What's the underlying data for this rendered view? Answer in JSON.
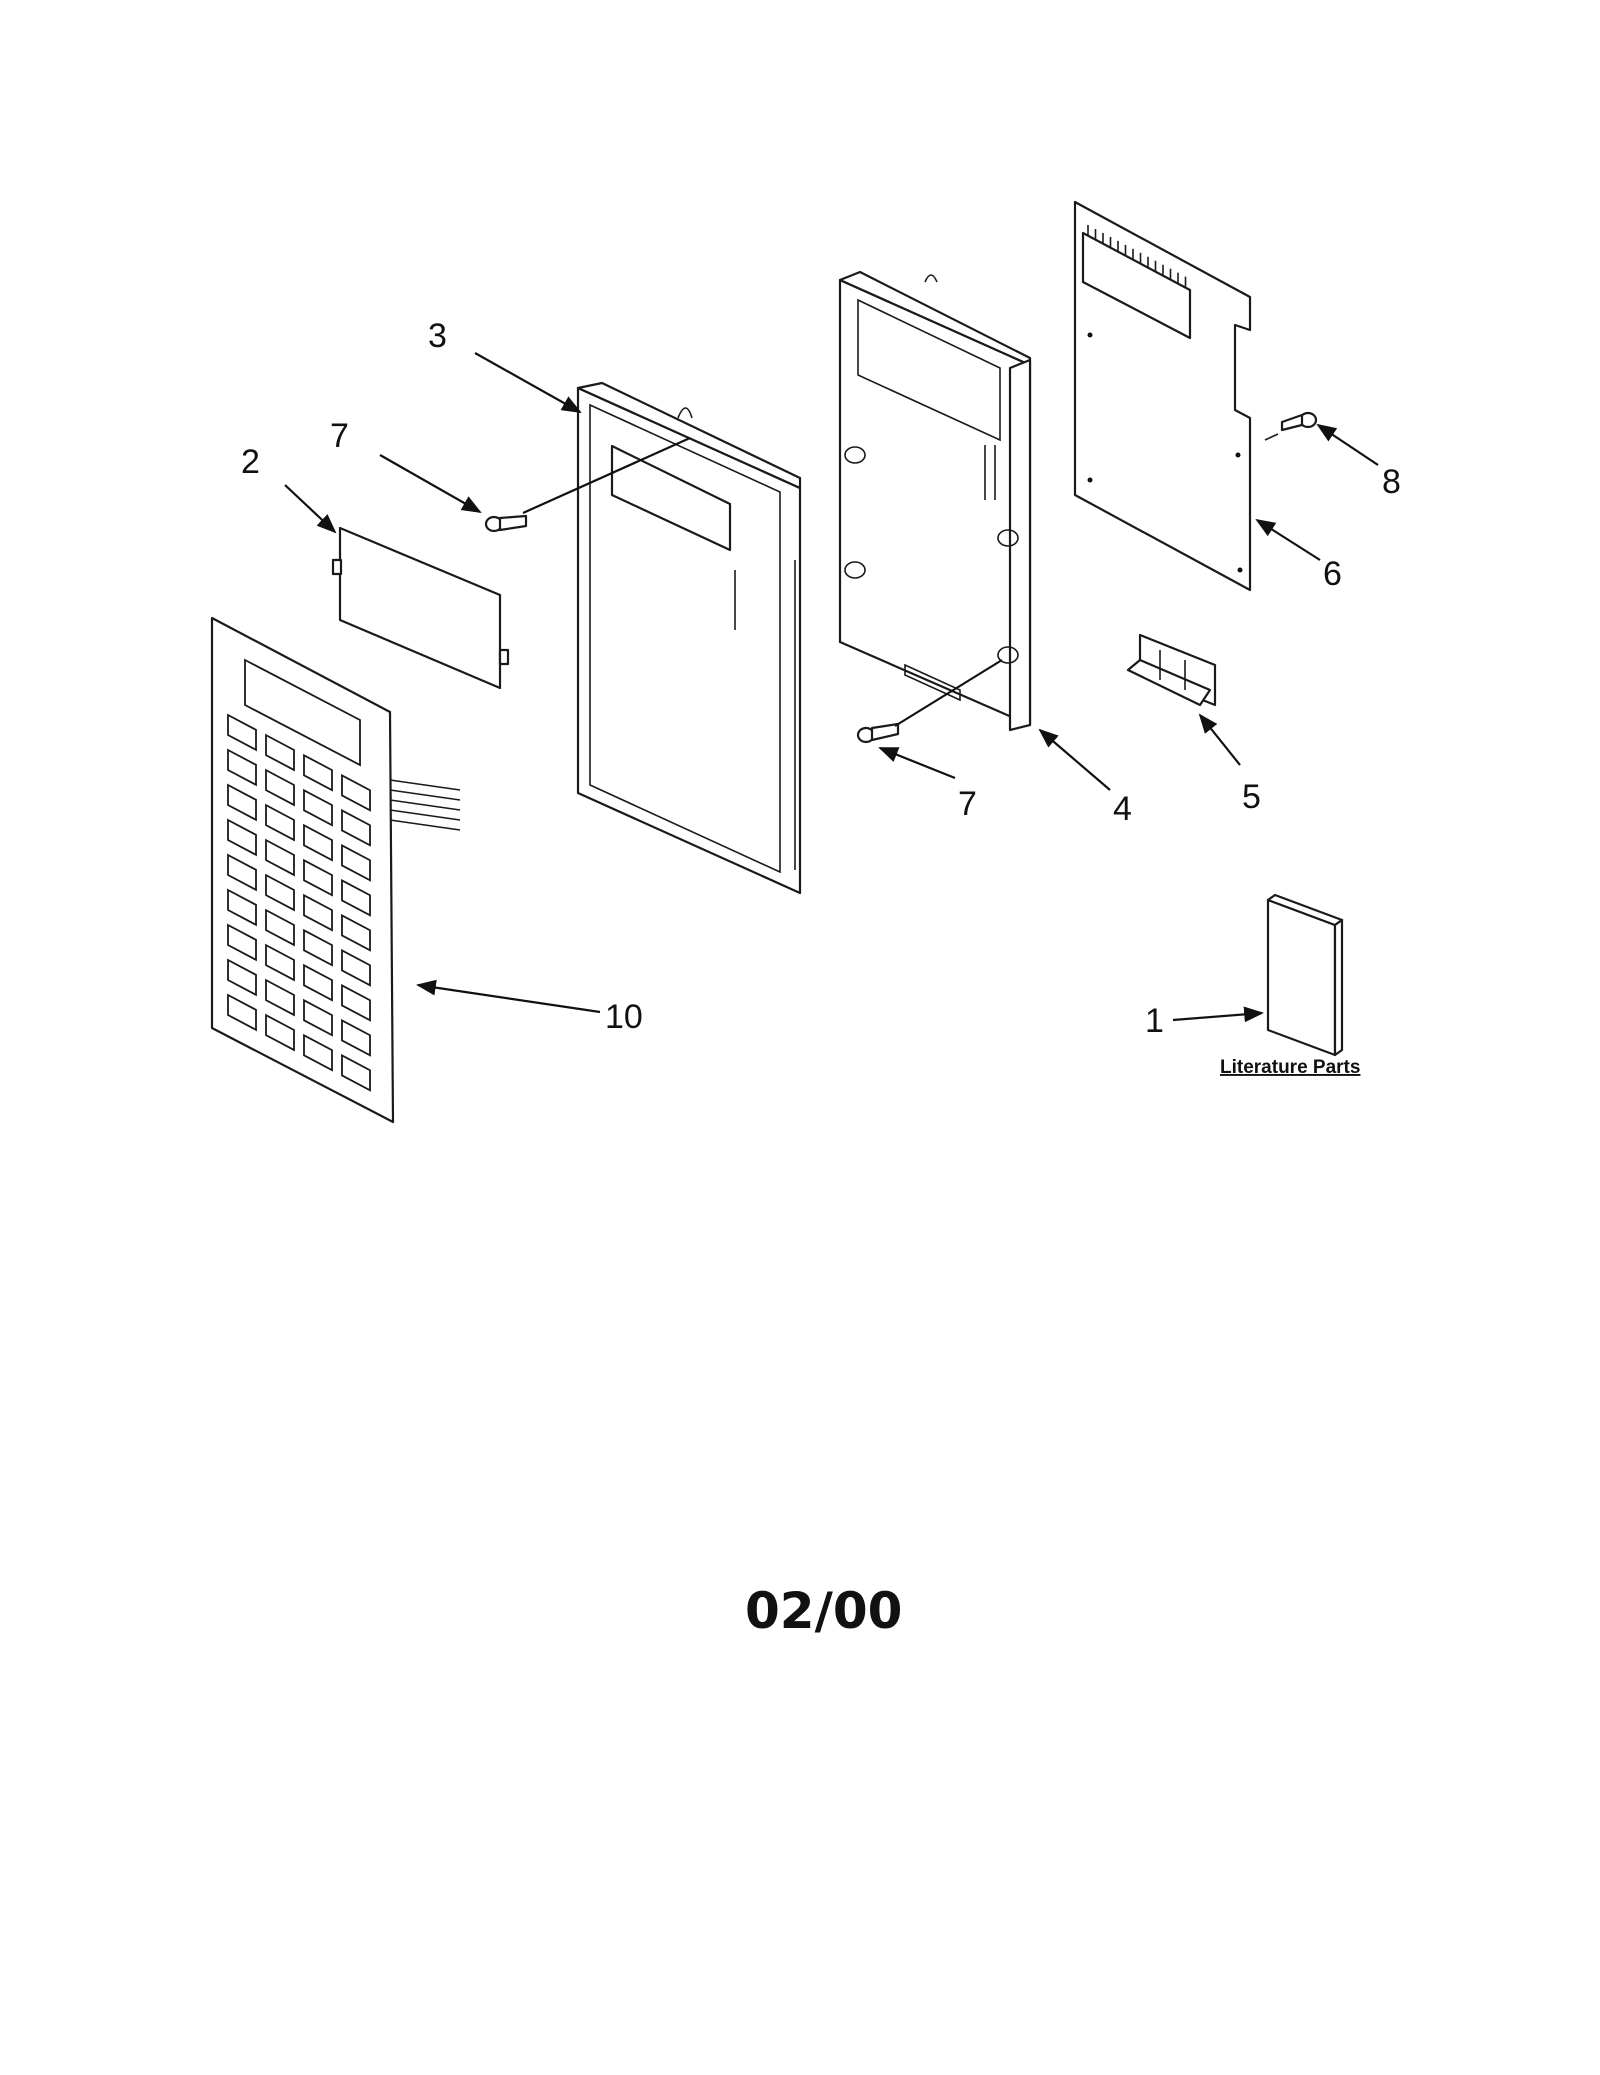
{
  "callouts": {
    "c1": "1",
    "c2": "2",
    "c3": "3",
    "c4": "4",
    "c5": "5",
    "c6": "6",
    "c7a": "7",
    "c7b": "7",
    "c8": "8",
    "c10": "10"
  },
  "literature_label": "Literature Parts",
  "date_code": "02/00"
}
